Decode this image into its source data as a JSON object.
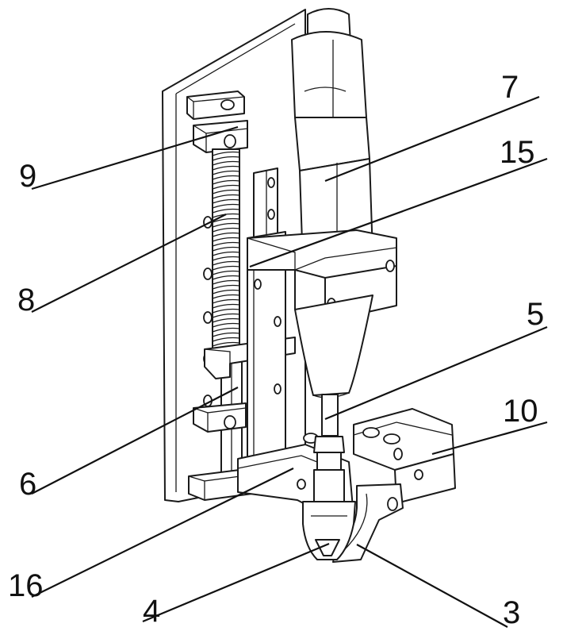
{
  "callouts": [
    {
      "id": "7",
      "label": "7"
    },
    {
      "id": "15",
      "label": "15"
    },
    {
      "id": "9",
      "label": "9"
    },
    {
      "id": "8",
      "label": "8"
    },
    {
      "id": "5",
      "label": "5"
    },
    {
      "id": "10",
      "label": "10"
    },
    {
      "id": "6",
      "label": "6"
    },
    {
      "id": "16",
      "label": "16"
    },
    {
      "id": "4",
      "label": "4"
    },
    {
      "id": "3",
      "label": "3"
    }
  ],
  "colors": {
    "line": "#1a1a1a",
    "background": "#ffffff"
  }
}
